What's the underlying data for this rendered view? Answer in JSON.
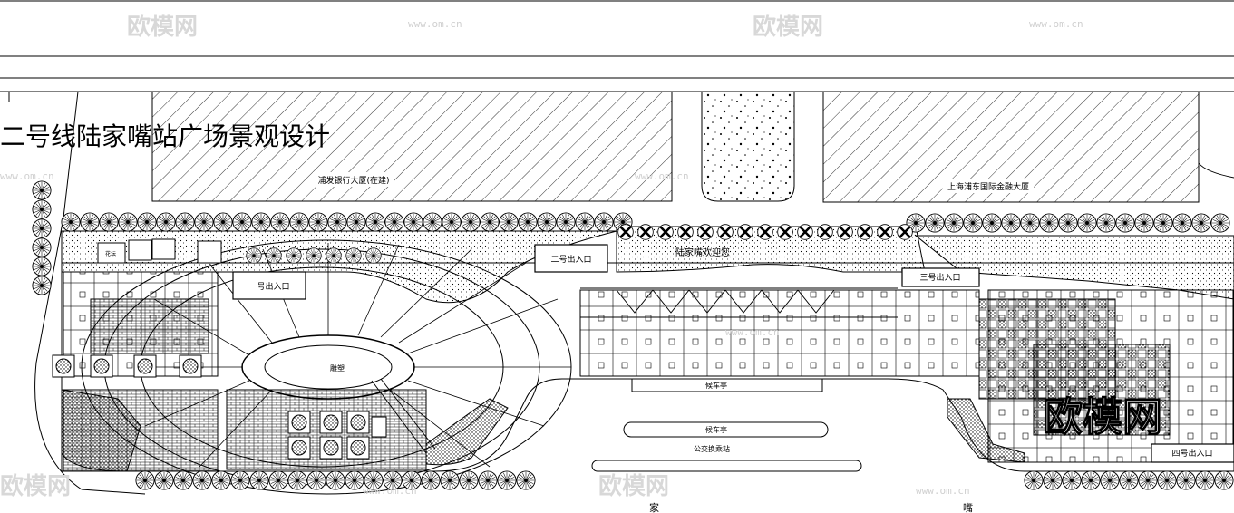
{
  "title": "二号线陆家嘴站广场景观设计",
  "buildings": {
    "left": "浦发银行大厦(在建)",
    "right": "上海浦东国际金融大厦"
  },
  "entrances": {
    "entrance_1": "一号出入口",
    "entrance_2": "二号出入口",
    "entrance_3": "三号出入口",
    "entrance_4": "四号出入口"
  },
  "station_banner": "陆家嘴欢迎您",
  "plaza_center": "雕塑",
  "pavilion_upper": "候车亭",
  "pavilion_lower": "候车亭",
  "bus_station": "公交换乘站",
  "street_chars": [
    "家",
    "嘴"
  ],
  "small_label": "花坛",
  "watermark": {
    "brand": "欧模网",
    "url": "www.om.cn"
  }
}
